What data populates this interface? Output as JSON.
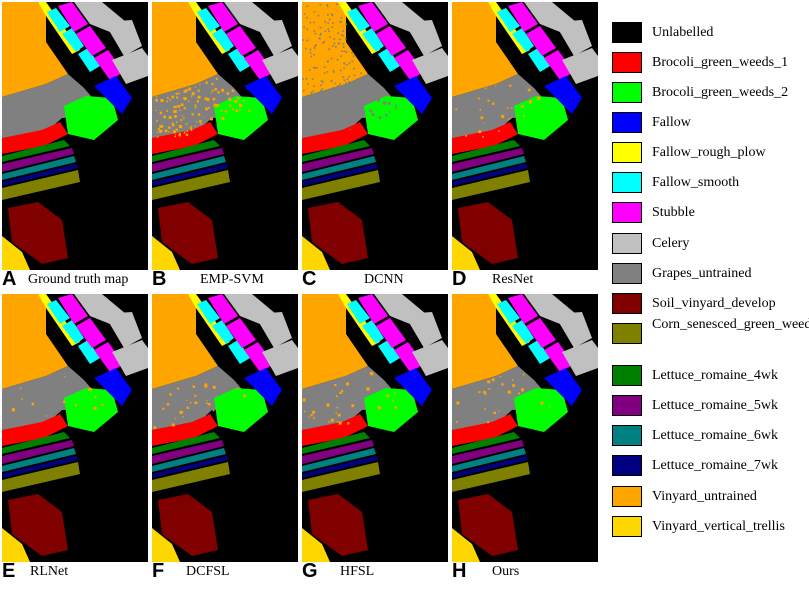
{
  "panels": [
    {
      "letter": "A",
      "method": "Ground truth map",
      "noise": 0,
      "noise_class": "",
      "extra_seed": 1
    },
    {
      "letter": "B",
      "method": "EMP-SVM",
      "noise": 0.55,
      "noise_class": "Vinyard_untrained",
      "extra_seed": 2
    },
    {
      "letter": "C",
      "method": "DCNN",
      "noise": 0.22,
      "noise_class": "Grapes_untrained",
      "extra_seed": 3
    },
    {
      "letter": "D",
      "method": "ResNet",
      "noise": 0.12,
      "noise_class": "Vinyard_untrained",
      "extra_seed": 4
    },
    {
      "letter": "E",
      "method": "RLNet",
      "noise": 0.1,
      "noise_class": "Vinyard_untrained",
      "extra_seed": 5
    },
    {
      "letter": "F",
      "method": "DCFSL",
      "noise": 0.12,
      "noise_class": "Vinyard_untrained",
      "extra_seed": 6
    },
    {
      "letter": "G",
      "method": "HFSL",
      "noise": 0.14,
      "noise_class": "Vinyard_untrained",
      "extra_seed": 7
    },
    {
      "letter": "H",
      "method": "Ours",
      "noise": 0.1,
      "noise_class": "Vinyard_untrained",
      "extra_seed": 8
    }
  ],
  "legend": [
    {
      "label": "Unlabelled",
      "color": "#000000"
    },
    {
      "label": "Brocoli_green_weeds_1",
      "color": "#ff0000"
    },
    {
      "label": "Brocoli_green_weeds_2",
      "color": "#00ff00"
    },
    {
      "label": "Fallow",
      "color": "#0000ff"
    },
    {
      "label": "Fallow_rough_plow",
      "color": "#ffff00"
    },
    {
      "label": "Fallow_smooth",
      "color": "#00ffff"
    },
    {
      "label": "Stubble",
      "color": "#ff00ff"
    },
    {
      "label": "Celery",
      "color": "#c0c0c0"
    },
    {
      "label": "Grapes_untrained",
      "color": "#808080"
    },
    {
      "label": "Soil_vinyard_develop",
      "color": "#800000"
    },
    {
      "label": "Corn_senesced_green_weeds",
      "color": "#808000"
    },
    {
      "label": "Lettuce_romaine_4wk",
      "color": "#008000"
    },
    {
      "label": "Lettuce_romaine_5wk",
      "color": "#800080"
    },
    {
      "label": "Lettuce_romaine_6wk",
      "color": "#008080"
    },
    {
      "label": "Lettuce_romaine_7wk",
      "color": "#000080"
    },
    {
      "label": "Vinyard_untrained",
      "color": "#ffa500"
    },
    {
      "label": "Vinyard_vertical_trellis",
      "color": "#ffd700"
    }
  ]
}
